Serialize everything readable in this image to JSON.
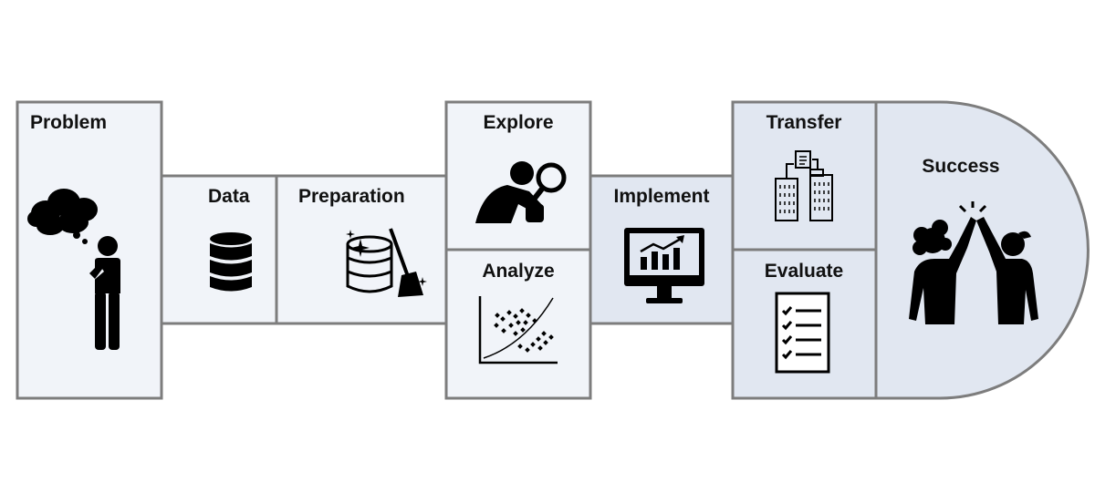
{
  "stages": {
    "problem": "Problem",
    "data": "Data",
    "preparation": "Preparation",
    "explore": "Explore",
    "analyze": "Analyze",
    "implement": "Implement",
    "transfer": "Transfer",
    "evaluate": "Evaluate",
    "success": "Success"
  },
  "colors": {
    "light_fill": "#f1f4f9",
    "blue_fill": "#e1e7f1",
    "border": "#7d7d7d",
    "icon": "#000000"
  },
  "icons": {
    "problem": "thinking-person-icon",
    "data": "database-icon",
    "preparation": "clean-database-icon",
    "explore": "magnifier-person-icon",
    "analyze": "scatter-plot-icon",
    "implement": "monitor-chart-icon",
    "transfer": "buildings-transfer-icon",
    "evaluate": "checklist-icon",
    "success": "high-five-icon"
  }
}
